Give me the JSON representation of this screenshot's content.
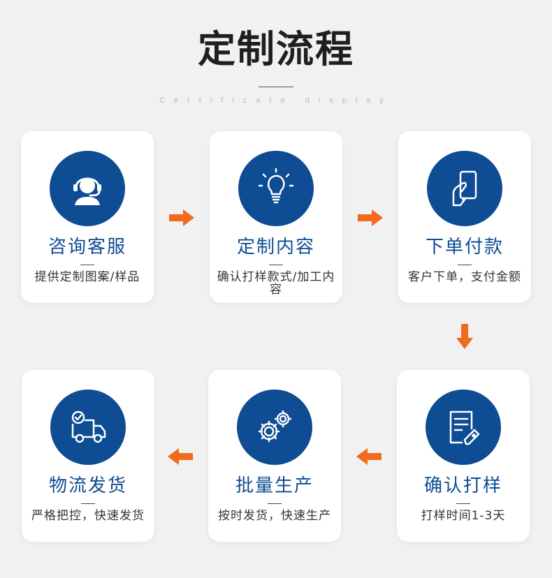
{
  "header": {
    "title": "定制流程",
    "subtitle": "Certificate display"
  },
  "colors": {
    "accent": "#0e4c93",
    "arrow": "#f26a1b",
    "background": "#f1f1f1"
  },
  "steps": [
    {
      "title": "咨询客服",
      "desc": "提供定制图案/样品",
      "icon": "headset-agent-icon"
    },
    {
      "title": "定制内容",
      "desc": "确认打样款式/加工内容",
      "icon": "lightbulb-icon"
    },
    {
      "title": "下单付款",
      "desc": "客户下单，支付金额",
      "icon": "hand-phone-icon"
    },
    {
      "title": "确认打样",
      "desc": "打样时间1-3天",
      "icon": "document-edit-icon"
    },
    {
      "title": "批量生产",
      "desc": "按时发货，快速生产",
      "icon": "gears-icon"
    },
    {
      "title": "物流发货",
      "desc": "严格把控，快速发货",
      "icon": "delivery-truck-icon"
    }
  ]
}
